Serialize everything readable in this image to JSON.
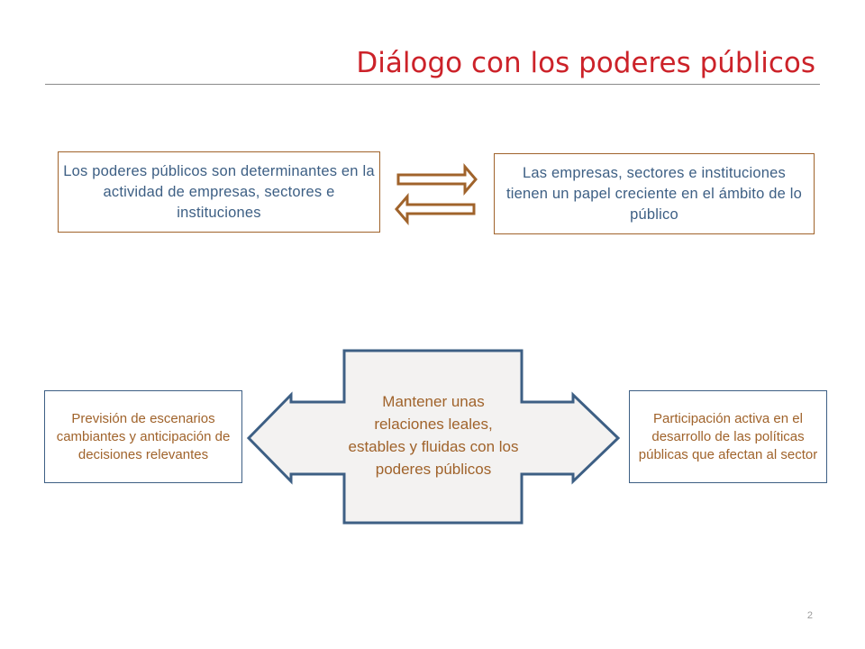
{
  "slide": {
    "title": "Diálogo con los poderes públicos",
    "page_number": "2"
  },
  "top": {
    "left_text": "Los poderes públicos son determinantes en la actividad de empresas, sectores e instituciones",
    "right_text": "Las empresas, sectores e instituciones tienen un papel creciente en el ámbito de lo público"
  },
  "bottom": {
    "center_text": "Mantener unas relaciones leales, estables y fluidas con los poderes públicos",
    "left_text": "Previsión de escenarios cambiantes y anticipación de decisiones relevantes",
    "right_text": "Participación activa en el desarrollo de las políticas públicas que afectan al sector"
  },
  "colors": {
    "title": "#cc2229",
    "brown_accent": "#a0632b",
    "blue_accent": "#3d5f84",
    "center_fill": "#f3f2f1"
  }
}
